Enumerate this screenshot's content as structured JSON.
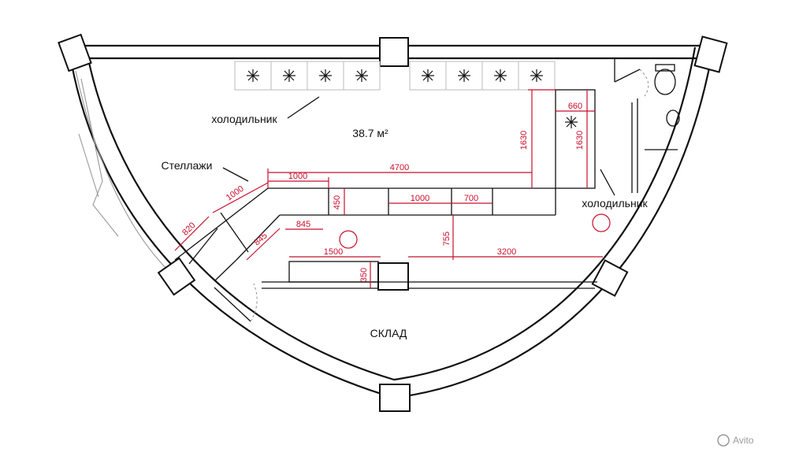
{
  "labels": {
    "area": "38.7 м²",
    "fridge_top": "холодильник",
    "fridge_right": "холодильник",
    "shelves": "Стеллажи",
    "storage": "СКЛАД"
  },
  "dimensions": {
    "d4700": "4700",
    "d1000_top": "1000",
    "d450": "450",
    "d1000_mid": "1000",
    "d700": "700",
    "d845a": "845",
    "d845b": "845",
    "d1000_diag": "1000",
    "d820": "820",
    "d660": "660",
    "d1630a": "1630",
    "d1630b": "1630",
    "d755": "755",
    "d1500": "1500",
    "d3200": "3200",
    "d350": "350"
  },
  "watermark": "Avito"
}
